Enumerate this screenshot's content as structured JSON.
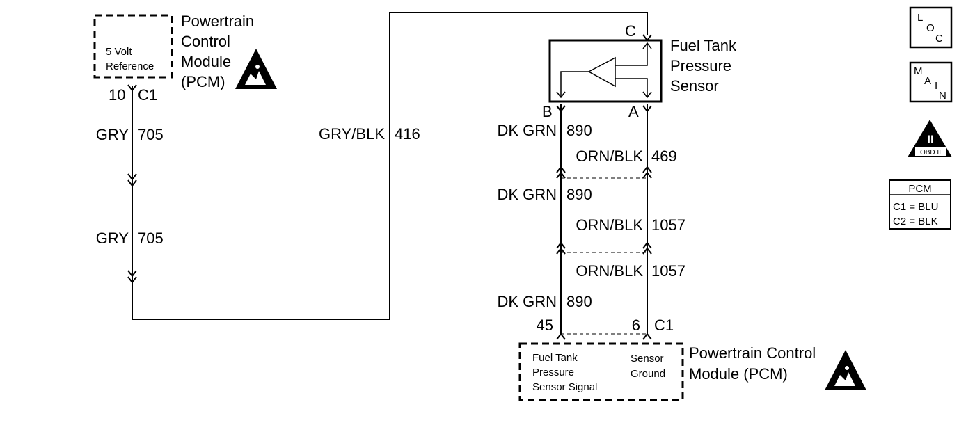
{
  "pcm_top": {
    "name_lines": [
      "Powertrain",
      "Control",
      "Module",
      "(PCM)"
    ],
    "inner_lines": [
      "5 Volt",
      "Reference"
    ],
    "pin": "10",
    "connector": "C1"
  },
  "wire_left_upper": {
    "color": "GRY",
    "circuit": "705"
  },
  "wire_left_lower": {
    "color": "GRY",
    "circuit": "705"
  },
  "wire_long": {
    "color": "GRY/BLK",
    "circuit": "416"
  },
  "sensor": {
    "name_lines": [
      "Fuel Tank",
      "Pressure",
      "Sensor"
    ],
    "pin_c": "C",
    "pin_b": "B",
    "pin_a": "A"
  },
  "seg1": {
    "left_color": "DK GRN",
    "left_circuit": "890",
    "right_color": "ORN/BLK",
    "right_circuit": "469"
  },
  "seg2": {
    "left_color": "DK GRN",
    "left_circuit": "890",
    "right_color": "ORN/BLK",
    "right_circuit": "1057"
  },
  "seg3": {
    "left_color": "DK GRN",
    "left_circuit": "890",
    "right_color": "ORN/BLK",
    "right_circuit": "1057"
  },
  "pcm_bottom": {
    "pin_left": "45",
    "pin_right": "6",
    "connector": "C1",
    "signal_lines": [
      "Fuel Tank",
      "Pressure",
      "Sensor Signal"
    ],
    "ground_lines": [
      "Sensor",
      "Ground"
    ],
    "name_lines": [
      "Powertrain Control",
      "Module (PCM)"
    ]
  },
  "legend": {
    "loc": {
      "l": "L",
      "o": "O",
      "c": "C"
    },
    "main": {
      "m": "M",
      "a": "A",
      "i": "I",
      "n": "N"
    },
    "obd_roman": "II",
    "obd_label": "OBD II",
    "pcm_table": {
      "title": "PCM",
      "rows": [
        "C1 = BLU",
        "C2 = BLK"
      ]
    }
  }
}
